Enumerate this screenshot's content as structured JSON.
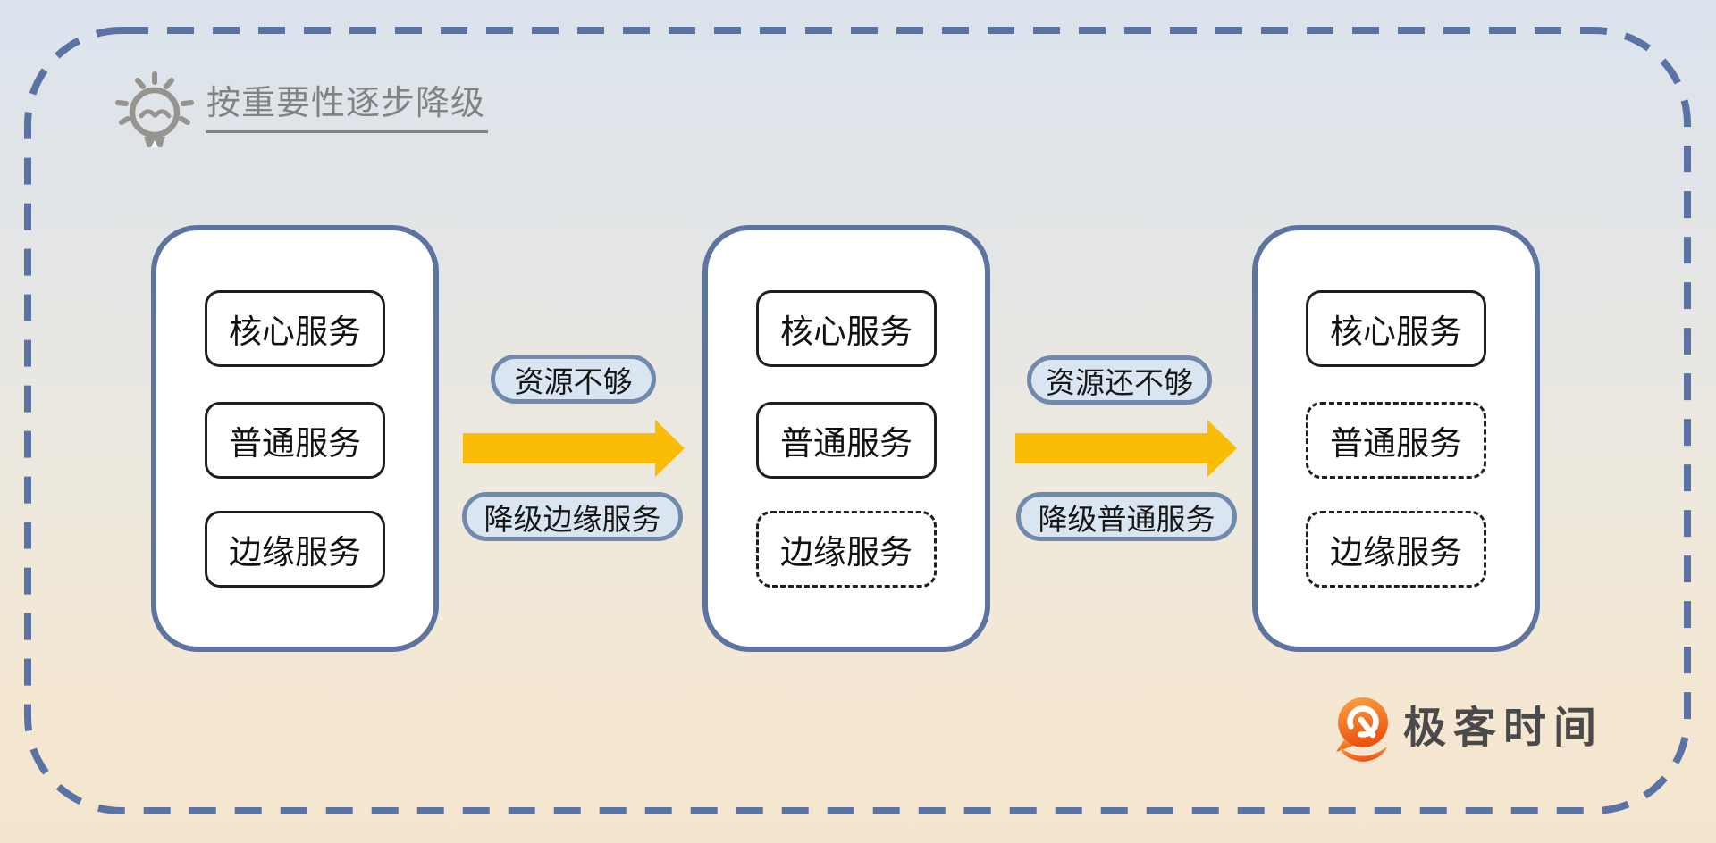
{
  "title": {
    "text": "按重要性逐步降级",
    "icon": "lightbulb-icon"
  },
  "stages": [
    {
      "services": [
        {
          "label": "核心服务",
          "degraded": false
        },
        {
          "label": "普通服务",
          "degraded": false
        },
        {
          "label": "边缘服务",
          "degraded": false
        }
      ]
    },
    {
      "services": [
        {
          "label": "核心服务",
          "degraded": false
        },
        {
          "label": "普通服务",
          "degraded": false
        },
        {
          "label": "边缘服务",
          "degraded": true
        }
      ]
    },
    {
      "services": [
        {
          "label": "核心服务",
          "degraded": false
        },
        {
          "label": "普通服务",
          "degraded": true
        },
        {
          "label": "边缘服务",
          "degraded": true
        }
      ]
    }
  ],
  "transitions": [
    {
      "reason": "资源不够",
      "action": "降级边缘服务"
    },
    {
      "reason": "资源还不够",
      "action": "降级普通服务"
    }
  ],
  "logo": {
    "text": "极客时间",
    "icon": "geektime-pin-icon"
  },
  "colors": {
    "background_top": "#dbe3ed",
    "background_bottom": "#f5e5cf",
    "frame_dash": "#5b73a4",
    "stage_border": "#5d74a0",
    "pill_fill": "#d9e5f1",
    "pill_border": "#7089ad",
    "arrow": "#fbbc05",
    "title_text": "#828282",
    "logo_text": "#4a4a4a",
    "box_border": "#1f1f1f",
    "logo_orange_top": "#f9a446",
    "logo_orange_bottom": "#ec5310"
  }
}
